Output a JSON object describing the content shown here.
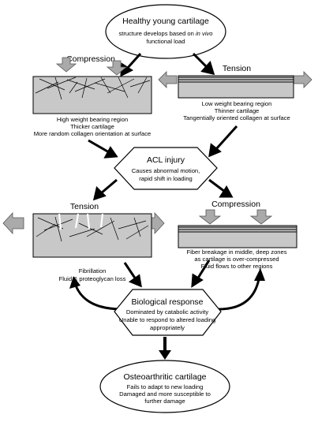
{
  "top_node": {
    "title": "Healthy young cartilage",
    "line1": "structure develops based on",
    "line1_italic": "in vivo",
    "line2": "functional load"
  },
  "left_branch": {
    "label": "Compression",
    "captions": [
      "High weight bearing region",
      "Thicker cartilage",
      "More random collagen orientation at surface"
    ]
  },
  "right_branch": {
    "label": "Tension",
    "captions": [
      "Low weight bearing region",
      "Thinner cartilage",
      "Tangentially oriented collagen at surface"
    ]
  },
  "injury_node": {
    "title": "ACL injury",
    "lines": [
      "Causes abnormal motion,",
      "rapid shift in loading"
    ]
  },
  "tension_after": {
    "label": "Tension",
    "captions": [
      "Fibrillation",
      "Fluid & proteoglycan loss"
    ]
  },
  "compression_after": {
    "label": "Compression",
    "captions": [
      "Fiber breakage in middle, deep zones",
      "as cartilage is over-compressed",
      "Fluid flows to other regions"
    ]
  },
  "bio_node": {
    "title": "Biological response",
    "lines": [
      "Dominated by catabolic activity",
      "Unable to respond to altered loading",
      "appropriately"
    ]
  },
  "oa_node": {
    "title": "Osteoarthritic cartilage",
    "lines": [
      "Fails to adapt to new loading",
      "Damaged and more susceptible to",
      "further damage"
    ]
  },
  "colors": {
    "tissue_fill": "#c8c8c8",
    "arrow_fill": "#aaaaaa",
    "line": "#000000"
  }
}
